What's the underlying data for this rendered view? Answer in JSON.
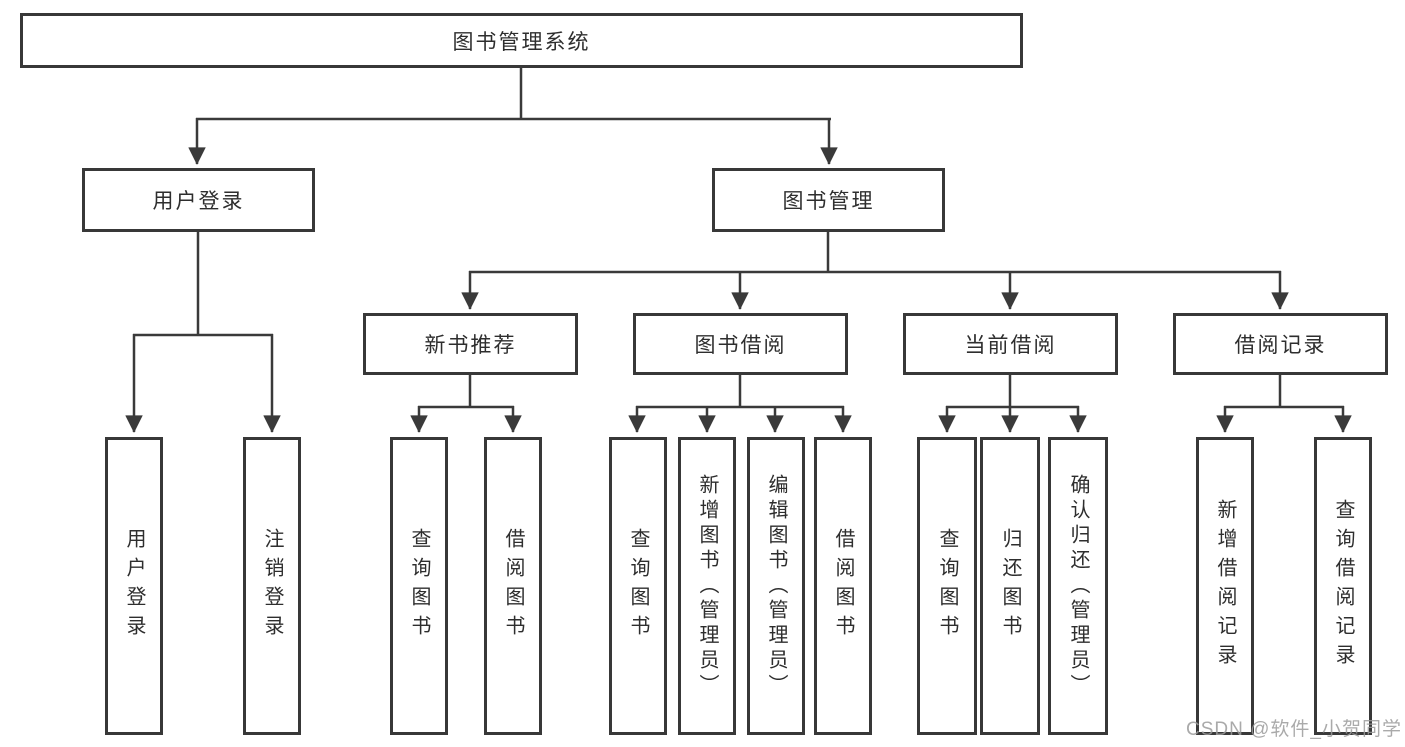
{
  "diagram": {
    "root": {
      "label": "图书管理系统"
    },
    "level2": [
      {
        "label": "用户登录",
        "children": [
          {
            "label": "用户登录"
          },
          {
            "label": "注销登录"
          }
        ]
      },
      {
        "label": "图书管理",
        "children": [
          {
            "label": "新书推荐",
            "children": [
              {
                "label": "查询图书"
              },
              {
                "label": "借阅图书"
              }
            ]
          },
          {
            "label": "图书借阅",
            "children": [
              {
                "label": "查询图书"
              },
              {
                "label": "新增图书（管理员）"
              },
              {
                "label": "编辑图书（管理员）"
              },
              {
                "label": "借阅图书"
              }
            ]
          },
          {
            "label": "当前借阅",
            "children": [
              {
                "label": "查询图书"
              },
              {
                "label": "归还图书"
              },
              {
                "label": "确认归还（管理员）"
              }
            ]
          },
          {
            "label": "借阅记录",
            "children": [
              {
                "label": "新增借阅记录"
              },
              {
                "label": "查询借阅记录"
              }
            ]
          }
        ]
      }
    ]
  },
  "watermark": {
    "text": "CSDN @软件_小贺同学"
  },
  "colors": {
    "line": "#3a3a3a",
    "box_border": "#383838",
    "box_background": "#ffffff",
    "text": "#2e2e2e",
    "watermark": "#9c9c9c",
    "page_background": "#ffffff"
  }
}
